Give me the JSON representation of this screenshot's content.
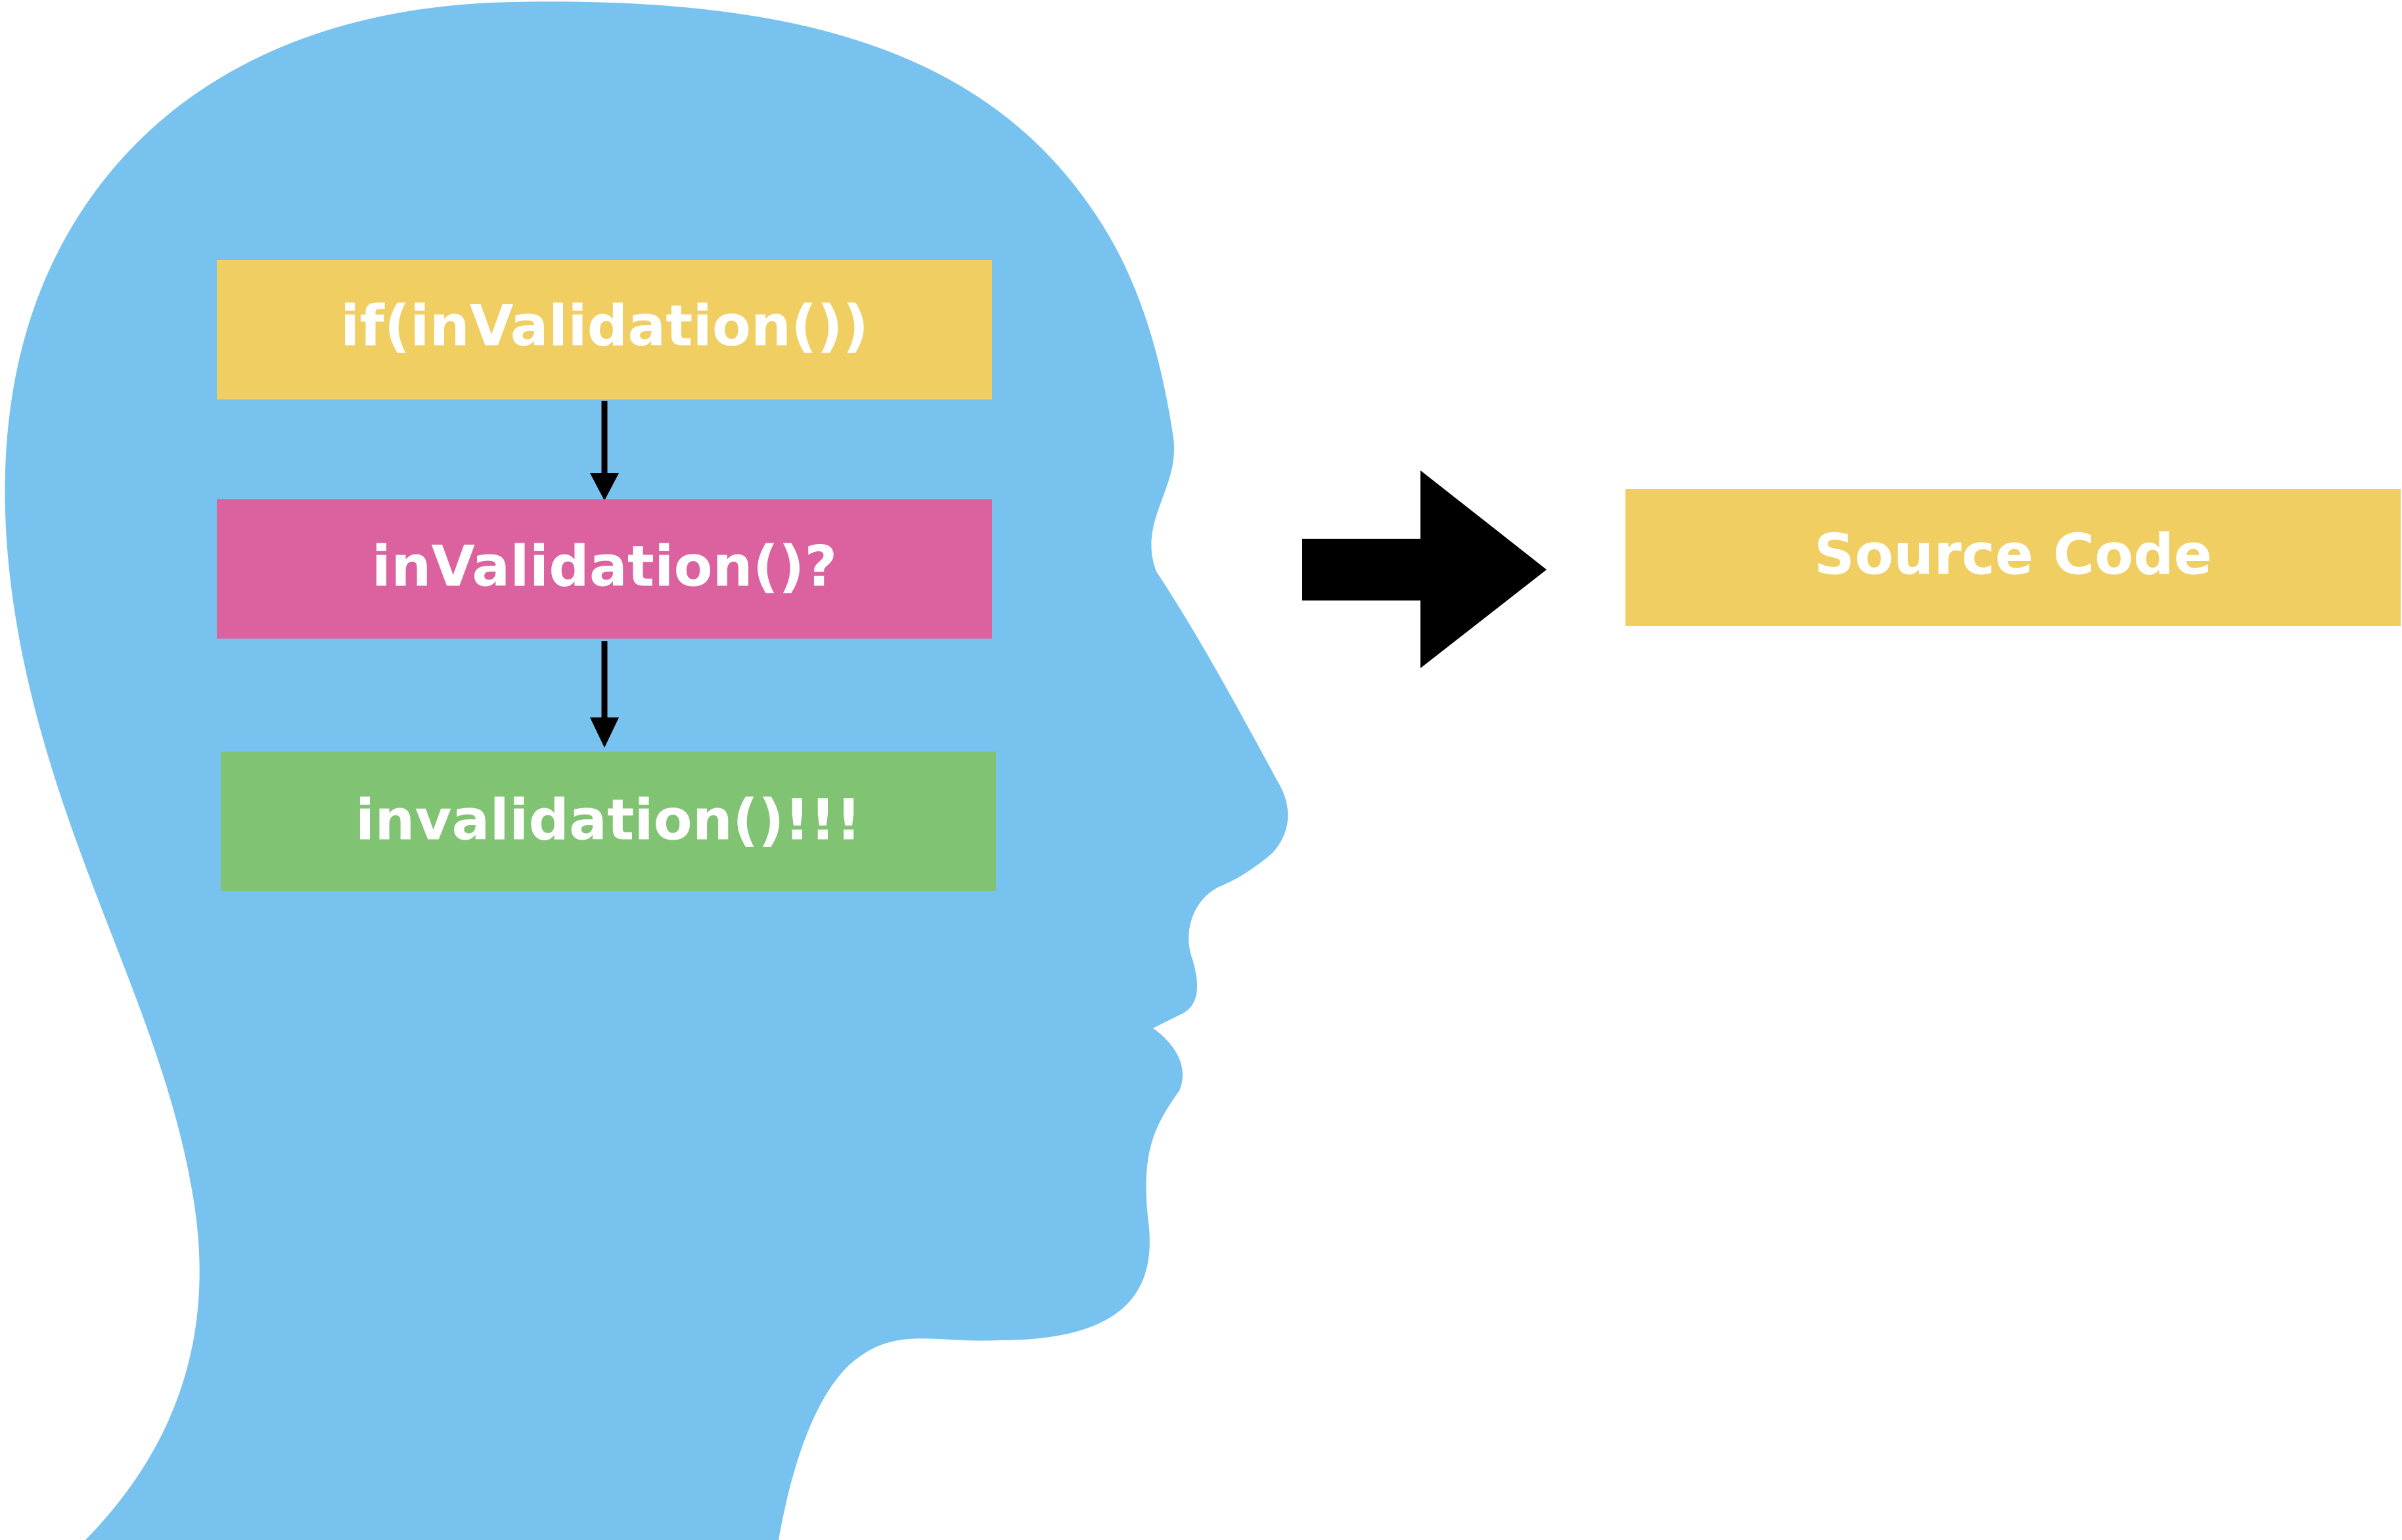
{
  "colors": {
    "head": "#78C2F0",
    "yellow": "#F0CE62",
    "pink": "#DB619F",
    "green": "#80C473",
    "arrow": "#000000",
    "text": "#FFFFFF"
  },
  "thought_steps": [
    {
      "label": "if(inValidation())",
      "color": "yellow"
    },
    {
      "label": "inValidation()?",
      "color": "pink"
    },
    {
      "label": "invalidation()!!!",
      "color": "green"
    }
  ],
  "output": {
    "label": "Source Code",
    "color": "yellow"
  }
}
